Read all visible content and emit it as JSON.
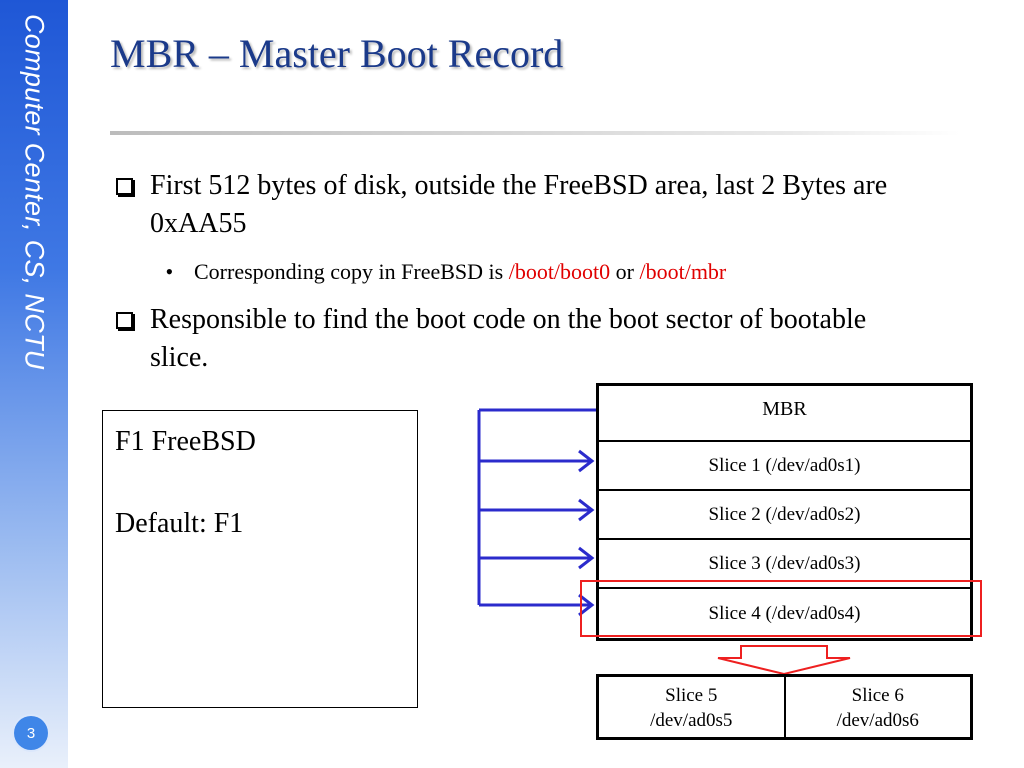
{
  "sidebar": {
    "text": "Computer Center, CS, NCTU",
    "page_number": "3"
  },
  "slide": {
    "title": "MBR – Master Boot Record",
    "bullets": [
      "First 512 bytes of disk, outside the FreeBSD area, last 2 Bytes are 0xAA55",
      "Responsible to find the boot code on the boot sector of bootable slice."
    ],
    "sub_bullet": {
      "prefix": "Corresponding copy in FreeBSD is ",
      "path1": "/boot/boot0",
      "connector": " or ",
      "path2": "/boot/mbr"
    }
  },
  "boot_menu": {
    "line1": "F1 FreeBSD",
    "line2": "Default: F1"
  },
  "mbr_table": {
    "rows": [
      "MBR",
      "Slice 1 (/dev/ad0s1)",
      "Slice 2 (/dev/ad0s2)",
      "Slice 3 (/dev/ad0s3)",
      "Slice 4 (/dev/ad0s4)"
    ]
  },
  "extended_table": {
    "cells": [
      {
        "name": "Slice 5",
        "dev": "/dev/ad0s5"
      },
      {
        "name": "Slice 6",
        "dev": "/dev/ad0s6"
      }
    ]
  },
  "colors": {
    "title": "#1b3a8a",
    "sidebar": "#1f57d6",
    "arrow": "#2b2bcc",
    "highlight": "#ee2020",
    "path_text": "#e00000"
  }
}
